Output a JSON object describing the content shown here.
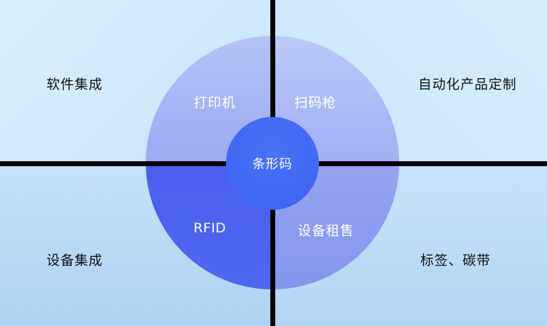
{
  "corners": {
    "top_left": "软件集成",
    "top_right": "自动化产品定制",
    "bottom_left": "设备集成",
    "bottom_right": "标签、碳带"
  },
  "ring": {
    "top_left": "打印机",
    "top_right": "扫码枪",
    "bottom_left": "RFID",
    "bottom_right": "设备租售"
  },
  "center": {
    "label": "条形码"
  },
  "colors": {
    "background_light": "#dbeffe",
    "background_dark": "#b4d8f6",
    "ring_top_left": "#a8b7f5",
    "ring_top_right": "#aebcf6",
    "ring_bottom_left": "#4b61ef",
    "ring_bottom_right": "#8c9df0",
    "center_circle": "#3e68f4",
    "divider": "#000000",
    "ring_text": "#ffffff",
    "corner_text": "#121212"
  }
}
